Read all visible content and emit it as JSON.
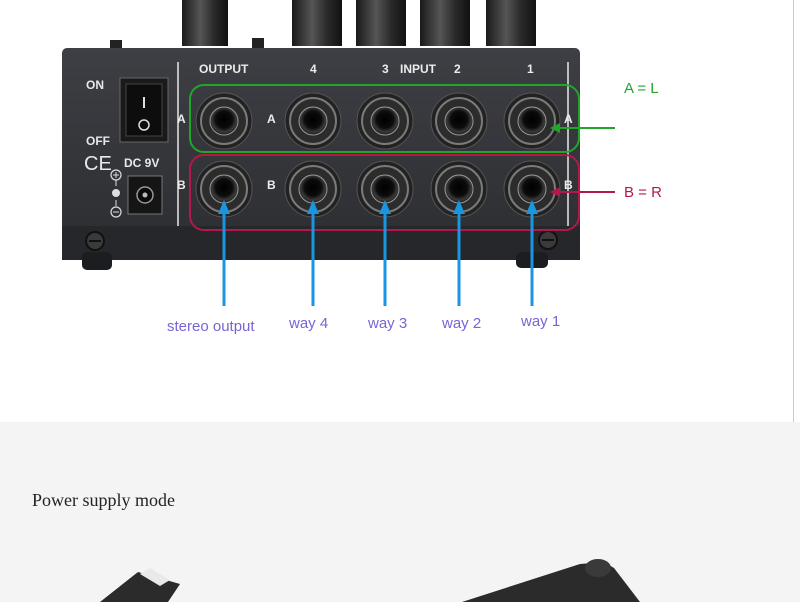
{
  "panel": {
    "power": {
      "on_label": "ON",
      "off_label": "OFF",
      "ce_mark": "CE",
      "dc_label": "DC 9V"
    },
    "header": {
      "output": "OUTPUT",
      "ch4": "4",
      "ch3": "3",
      "input": "INPUT",
      "ch2": "2",
      "ch1": "1"
    },
    "row_a_letter": "A",
    "row_b_letter": "B"
  },
  "legend": {
    "a_text": "A = L",
    "a_color": "#21a629",
    "b_text": "B = R",
    "b_color": "#b4184a"
  },
  "arrow_color": "#1a96e0",
  "jack_labels": [
    "stereo output",
    "way 4",
    "way 3",
    "way 2",
    "way 1"
  ],
  "section": {
    "title": "Power supply mode"
  }
}
